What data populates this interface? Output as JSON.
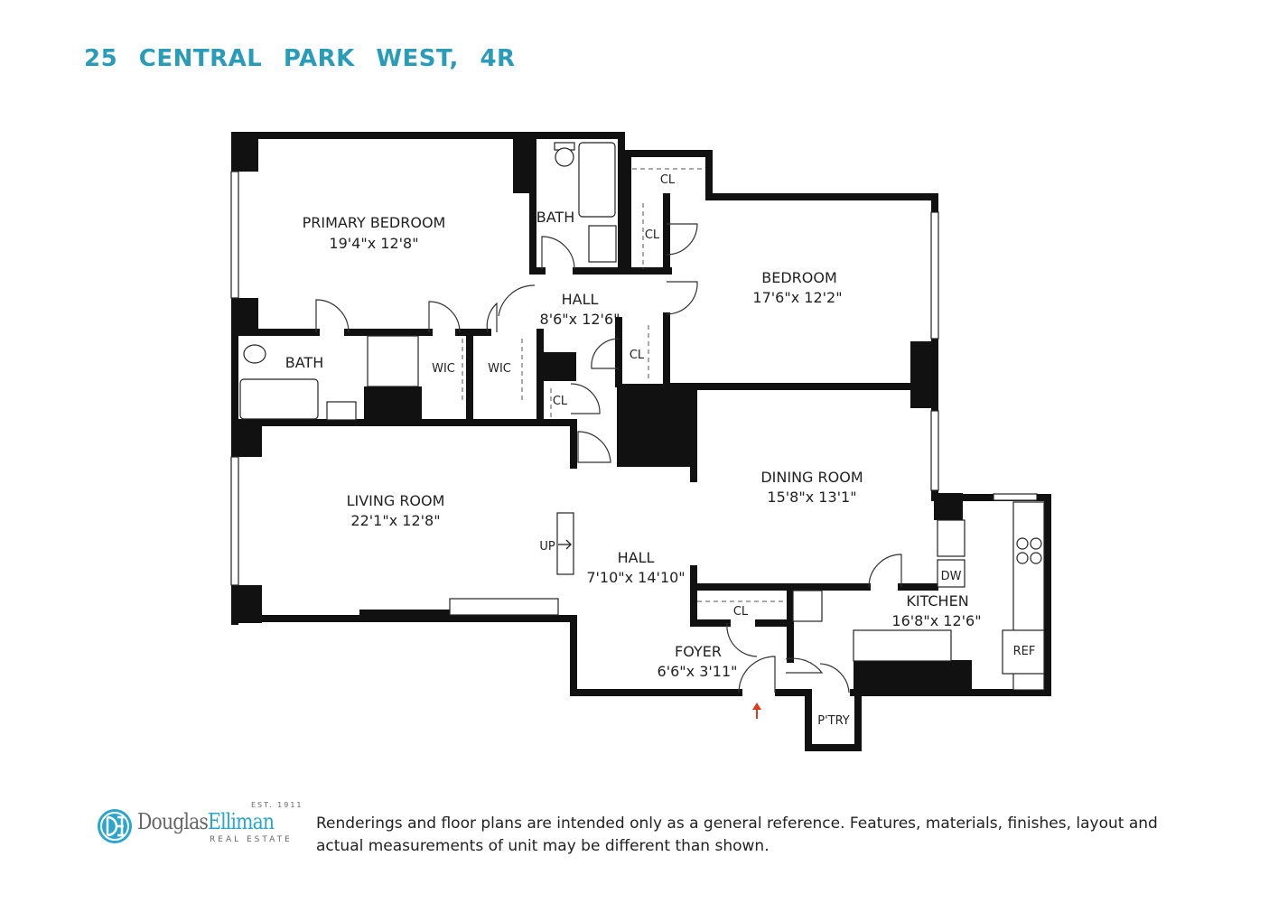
{
  "title": "25 CENTRAL PARK WEST, 4R",
  "colors": {
    "title": "#2a9cb8",
    "walls": "#111111",
    "entry_arrow": "#e03a1e",
    "logo": "#2aa6cc"
  },
  "rooms": {
    "primary_bedroom": {
      "name": "PRIMARY BEDROOM",
      "size": "19'4\"x 12'8\""
    },
    "bath_primary": {
      "name": "BATH"
    },
    "bath_lower": {
      "name": "BATH"
    },
    "hall_upper": {
      "name": "HALL",
      "size": "8'6\"x 12'6\""
    },
    "bedroom": {
      "name": "BEDROOM",
      "size": "17'6\"x 12'2\""
    },
    "wic_1": {
      "name": "WIC"
    },
    "wic_2": {
      "name": "WIC"
    },
    "cl_1": {
      "name": "CL"
    },
    "cl_2": {
      "name": "CL"
    },
    "cl_3": {
      "name": "CL"
    },
    "cl_4": {
      "name": "CL"
    },
    "cl_5": {
      "name": "CL"
    },
    "living_room": {
      "name": "LIVING ROOM",
      "size": "22'1\"x 12'8\""
    },
    "dining_room": {
      "name": "DINING ROOM",
      "size": "15'8\"x 13'1\""
    },
    "hall_lower": {
      "name": "HALL",
      "size": "7'10\"x 14'10\""
    },
    "foyer": {
      "name": "FOYER",
      "size": "6'6\"x 3'11\""
    },
    "kitchen": {
      "name": "KITCHEN",
      "size": "16'8\"x 12'6\""
    },
    "pantry": {
      "name": "P'TRY"
    },
    "dw": "DW",
    "ref": "REF",
    "up": "UP"
  },
  "footer": {
    "logo_brand_a": "Douglas",
    "logo_brand_b": "Elliman",
    "logo_est": "EST. 1911",
    "logo_sub": "REAL ESTATE",
    "disclaimer": "Renderings and floor plans are intended only as a general reference. Features, materials, finishes, layout and actual measurements of unit may be different than shown."
  }
}
